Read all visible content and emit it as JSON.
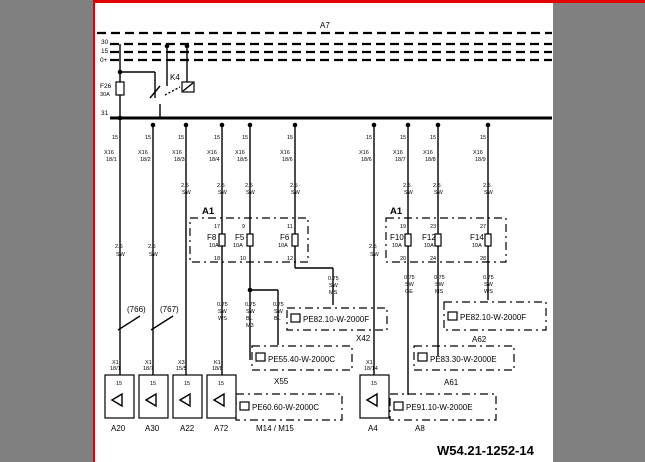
{
  "title_bus": "A7",
  "rails": {
    "r30": "30",
    "r15": "15",
    "r0": "0+",
    "r31": "31"
  },
  "fuse_main": {
    "name": "F26",
    "rating": "30A"
  },
  "relay": {
    "name": "K4"
  },
  "pin15": "15",
  "x16": "X16",
  "conns": {
    "c1": "18/1",
    "c2": "18/2",
    "c3": "18/3",
    "c4": "18/4",
    "c5": "18/5",
    "c6": "18/6",
    "c7": "18/7",
    "c8": "18/8",
    "c9": "18/9"
  },
  "wire_25": "2.5",
  "wire_075": "0.75",
  "col_sw": "SW",
  "col_bl": "BL",
  "col_ge": "GE",
  "col_ws": "WS",
  "col_ws2": "WS",
  "col_ms": "MS",
  "col_m3": "M3",
  "col_ws_m": "WS",
  "a1": "A1",
  "fuses": {
    "f8": "F8",
    "f8_pins": [
      "17",
      "18"
    ],
    "f8_rating": "10A",
    "f5": "F5",
    "f5_pins": [
      "9",
      "10"
    ],
    "f5_rating": "10A",
    "f6": "F6",
    "f6_pins": [
      "11",
      "12"
    ],
    "f6_rating": "10A",
    "f10": "F10",
    "f10_pins": [
      "19",
      "20"
    ],
    "f10_rating": "10A",
    "f12": "F12",
    "f12_pins": [
      "23",
      "24"
    ],
    "f12_rating": "10A",
    "f14": "F14",
    "f14_pins": [
      "27",
      "28"
    ],
    "f14_rating": "10A"
  },
  "refs": {
    "r766": "(766)",
    "r767": "(767)"
  },
  "pe": {
    "pe1": "PE82.10-W-2000F",
    "pe2": "PE55.40-W-2000C",
    "pe3": "PE60.60-W-2000C",
    "pe4": "PE82.10-W-2000F",
    "pe5": "PE83.30-W-2000E",
    "pe6": "PE91.10-W-2000E"
  },
  "xlabels": {
    "x42": "X42",
    "x55": "X55",
    "a62": "A62",
    "a61": "A61"
  },
  "bottom_conns": {
    "k1": "X1",
    "k1b": "18/1",
    "k2": "X1",
    "k2b": "18/7",
    "k3": "X3",
    "k3b": "15/5",
    "k4": "K1",
    "k4b": "18/8",
    "k5": "X1",
    "k5b": "18/14"
  },
  "components": [
    "A20",
    "A30",
    "A22",
    "A72",
    "M14 / M15",
    "A4",
    "A8"
  ],
  "doc_id": "W54.21-1252-14"
}
